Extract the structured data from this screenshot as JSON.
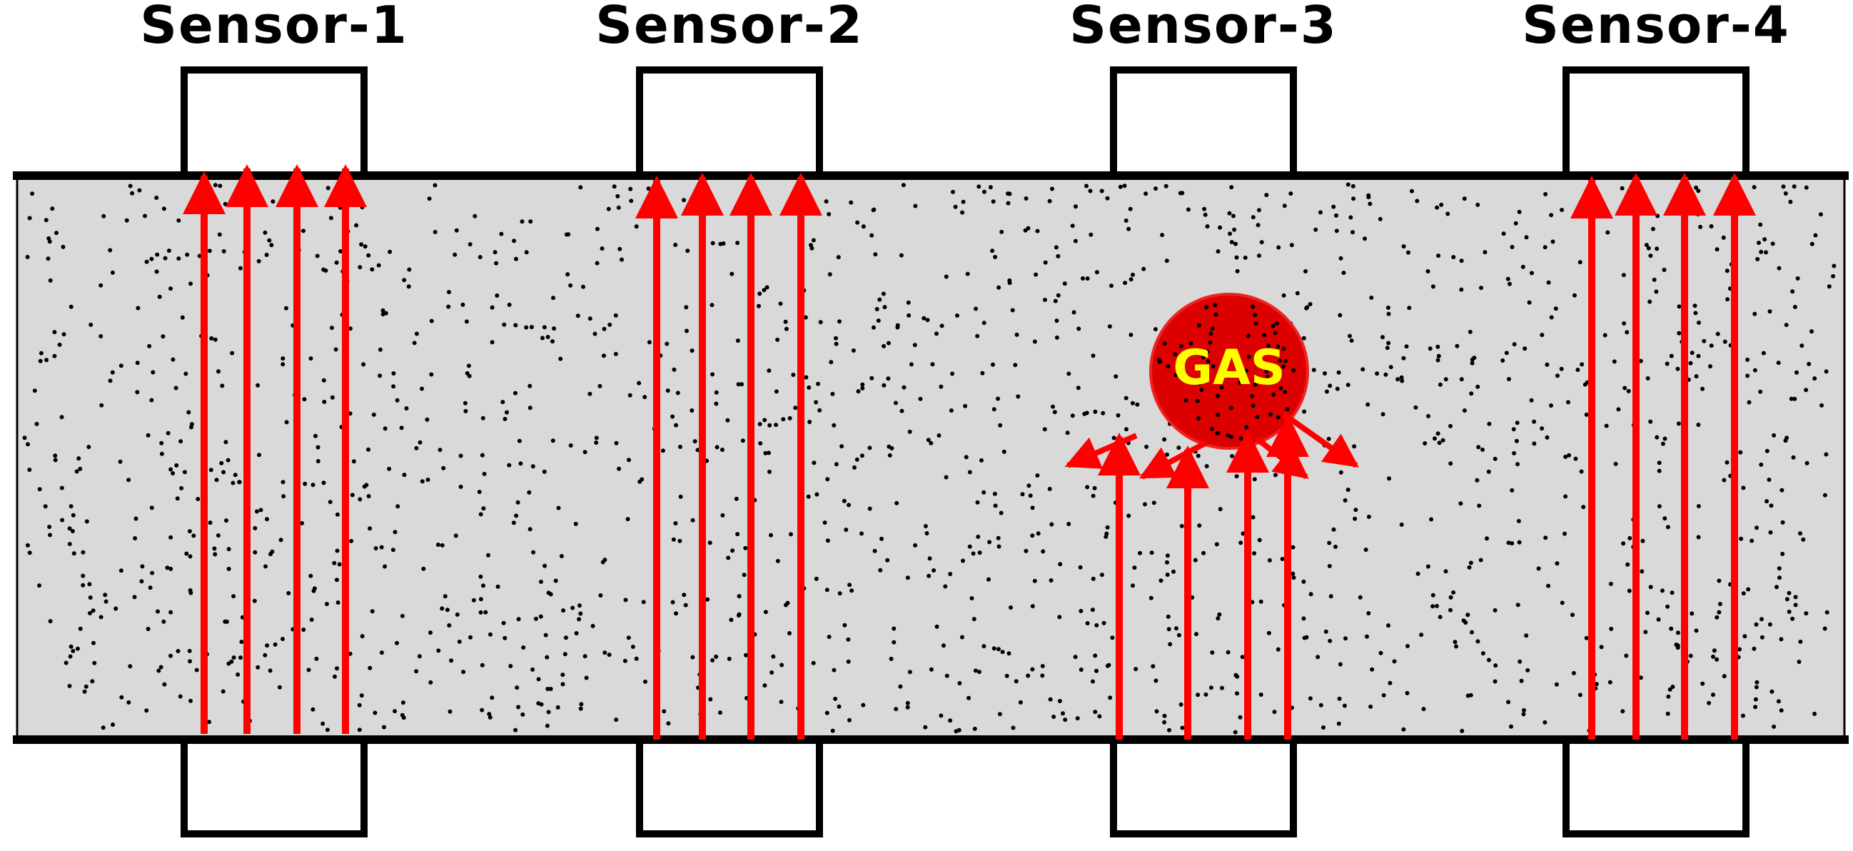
{
  "sensors": [
    {
      "label": "Sensor-1"
    },
    {
      "label": "Sensor-2"
    },
    {
      "label": "Sensor-3"
    },
    {
      "label": "Sensor-4"
    }
  ],
  "gas": {
    "label": "GAS"
  },
  "colors": {
    "pipe_fill": "#d9d9d9",
    "outline": "#000000",
    "wave_arrow": "#ff0000",
    "gas_fill": "#dd0000",
    "gas_text": "#ffff00",
    "particles": "#000000"
  }
}
